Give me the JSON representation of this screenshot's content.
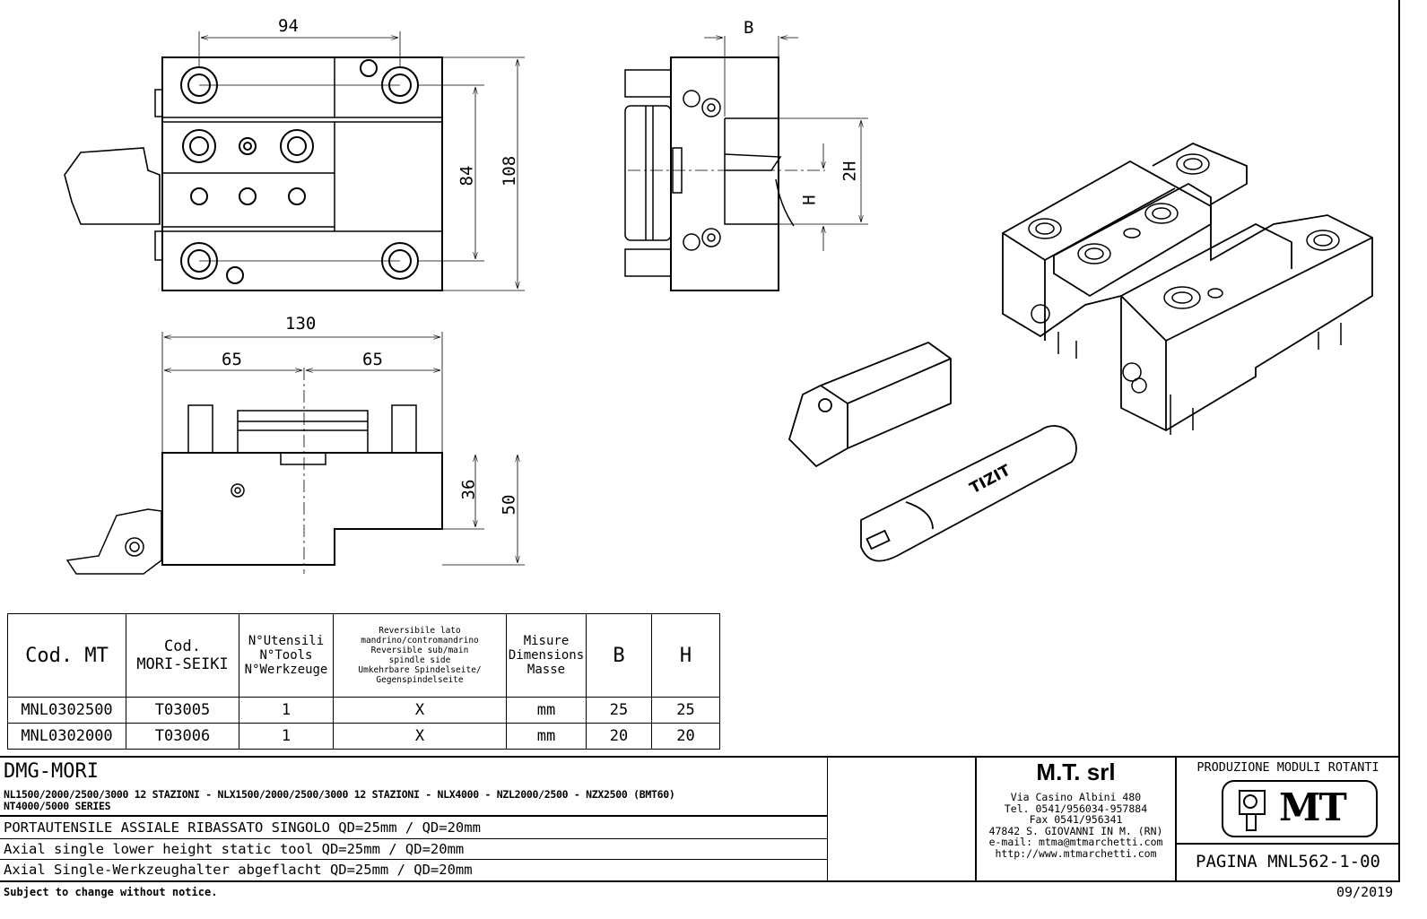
{
  "dimensions": {
    "width_94": "94",
    "b": "B",
    "height_84": "84",
    "height_108": "108",
    "two_h": "2H",
    "h": "H",
    "width_130": "130",
    "half_65_left": "65",
    "half_65_right": "65",
    "height_36": "36",
    "height_50": "50"
  },
  "tool_brand": "TIZIT",
  "table": {
    "headers": {
      "cod_mt": "Cod. MT",
      "cod_mori_1": "Cod.",
      "cod_mori_2": "MORI-SEIKI",
      "tools_1": "N°Utensili",
      "tools_2": "N°Tools",
      "tools_3": "N°Werkzeuge",
      "rev_1": "Reversibile lato",
      "rev_2": "mandrino/contromandrino",
      "rev_3": "Reversible sub/main",
      "rev_4": "spindle side",
      "rev_5": "Umkehrbare Spindelseite/",
      "rev_6": "Gegenspindelseite",
      "dim_1": "Misure",
      "dim_2": "Dimensions",
      "dim_3": "Masse",
      "b": "B",
      "h": "H"
    },
    "rows": [
      {
        "cod_mt": "MNL0302500",
        "cod_mori": "T03005",
        "tools": "1",
        "reversible": "X",
        "units": "mm",
        "b": "25",
        "h": "25"
      },
      {
        "cod_mt": "MNL0302000",
        "cod_mori": "T03006",
        "tools": "1",
        "reversible": "X",
        "units": "mm",
        "b": "20",
        "h": "20"
      }
    ]
  },
  "title_block": {
    "machine": "DMG-MORI",
    "models_1": "NL1500/2000/2500/3000 12 STAZIONI - NLX1500/2000/2500/3000 12 STAZIONI - NLX4000 - NZL2000/2500 - NZX2500 (BMT60)",
    "models_2": "NT4000/5000 SERIES",
    "desc_it": "PORTAUTENSILE ASSIALE RIBASSATO SINGOLO QD=25mm / QD=20mm",
    "desc_en": "Axial single lower height static tool QD=25mm / QD=20mm",
    "desc_de": "Axial Single-Werkzeughalter abgeflacht QD=25mm / QD=20mm",
    "company": "M.T. srl",
    "address": "Via Casino Albini 480",
    "tel": "Tel. 0541/956034-957884",
    "fax": "Fax 0541/956341",
    "city": "47842 S. GIOVANNI IN M. (RN)",
    "email": "e-mail: mtma@mtmarchetti.com",
    "web": "http://www.mtmarchetti.com",
    "production": "PRODUZIONE MODULI ROTANTI",
    "logo_text": "MT",
    "page": "PAGINA MNL562-1-00"
  },
  "footer": {
    "notice": "Subject to change without notice.",
    "date": "09/2019"
  }
}
